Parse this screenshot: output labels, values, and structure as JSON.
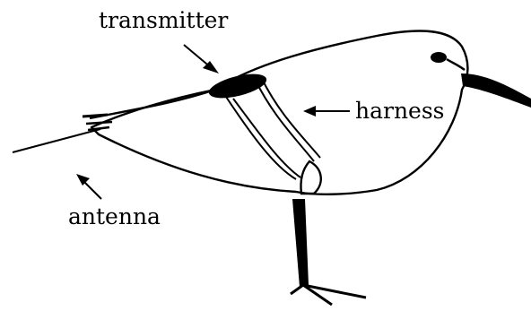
{
  "labels": {
    "transmitter": "transmitter",
    "harness": "harness",
    "antenna": "antenna"
  },
  "colors": {
    "ink": "#000000",
    "background": "#ffffff"
  }
}
